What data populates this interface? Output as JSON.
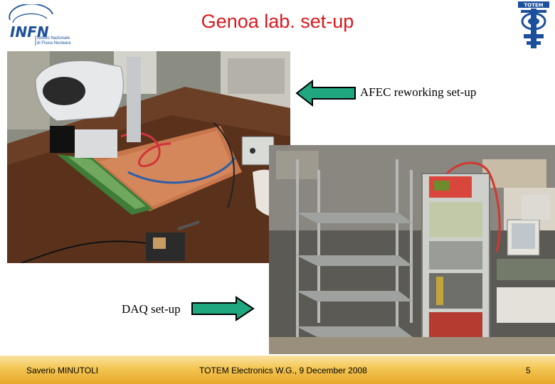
{
  "slide": {
    "title": "Genoa lab. set-up"
  },
  "logos": {
    "infn_name": "INFN",
    "infn_subtitle_line1": "Istituto Nazionale",
    "infn_subtitle_line2": "di Fisica Nucleare",
    "totem_name": "TOTEM"
  },
  "captions": {
    "afec": "AFEC reworking set-up",
    "daq": "DAQ set-up"
  },
  "footer": {
    "author": "Saverio MINUTOLI",
    "event": "TOTEM Electronics W.G., 9 December 2008",
    "page": "5"
  },
  "colors": {
    "title": "#d8191e",
    "arrow_fill": "#1fa880",
    "footer_band": "#f3c653"
  }
}
